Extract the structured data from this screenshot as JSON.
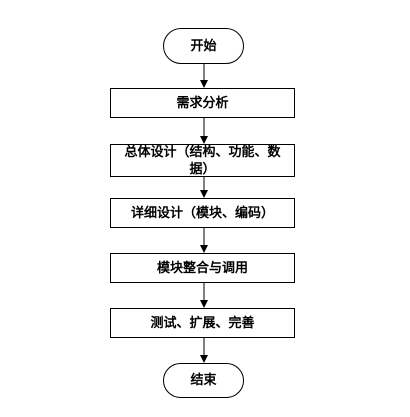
{
  "flowchart": {
    "start": "开始",
    "steps": [
      "需求分析",
      "总体设计（结构、功能、数据）",
      "详细设计（模块、编码）",
      "模块整合与调用",
      "测试、扩展、完善"
    ],
    "end": "结束"
  },
  "colors": {
    "line": "#000000",
    "fill": "#ffffff"
  }
}
